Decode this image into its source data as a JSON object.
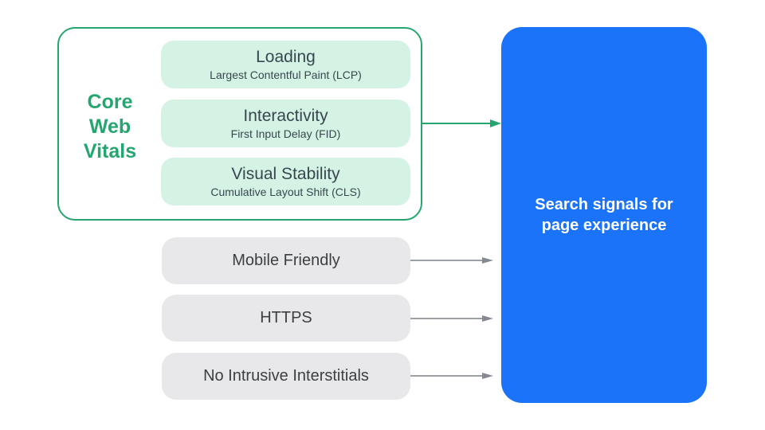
{
  "core_web_vitals": {
    "label": "Core Web Vitals",
    "metrics": [
      {
        "title": "Loading",
        "subtitle": "Largest Contentful Paint (LCP)"
      },
      {
        "title": "Interactivity",
        "subtitle": "First Input Delay (FID)"
      },
      {
        "title": "Visual Stability",
        "subtitle": "Cumulative Layout Shift (CLS)"
      }
    ]
  },
  "other_signals": [
    {
      "label": "Mobile Friendly"
    },
    {
      "label": "HTTPS"
    },
    {
      "label": "No Intrusive Interstitials"
    }
  ],
  "result_box": {
    "label": "Search signals for page experience"
  },
  "icons": {
    "cwv_arrow": "arrow-right",
    "signal_arrow": "arrow-right"
  },
  "colors": {
    "green_accent": "#25A56F",
    "green_light": "#D5F3E4",
    "gray_pill": "#E8E8EA",
    "blue_box": "#1A73F8",
    "dark_text": "#37474F",
    "gray_label": "#3C4043",
    "gray_arrow": "#9AA0A6",
    "gray_arrow_head": "#848A90",
    "white_text": "#FFFFFF"
  }
}
